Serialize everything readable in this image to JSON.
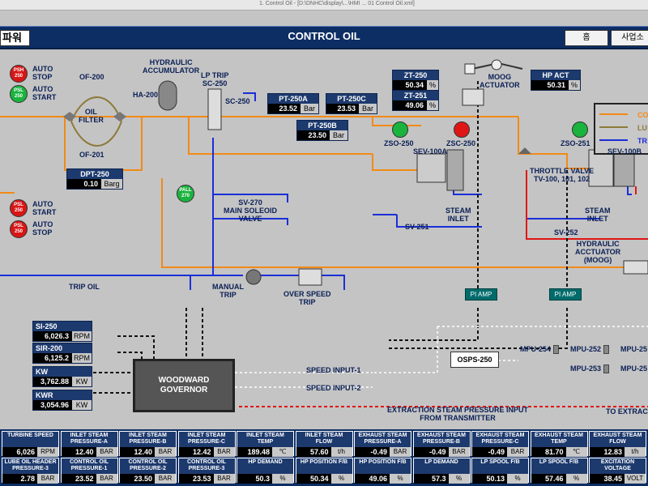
{
  "window_title": "1. Control Oil  -  [D:\\DNHC\\display\\...\\HMI ... 01 Control Oil.xml]",
  "header": {
    "lang_button": "파워",
    "title": "CONTROL OIL",
    "home_button": "홈",
    "site_button": "사업소"
  },
  "legend": {
    "items": [
      "CO",
      "LU",
      "TR"
    ],
    "colors": [
      "#f28a16",
      "#8c7a3a",
      "#1a2ed8"
    ]
  },
  "tags": {
    "auto_stop_top": "AUTO\nSTOP",
    "auto_start_top": "AUTO\nSTART",
    "auto_start_bot": "AUTO\nSTART",
    "auto_stop_bot": "AUTO\nSTOP",
    "of200": "OF-200",
    "oil_filter": "OIL\nFILTER",
    "of201": "OF-201",
    "hyd_acc": "HYDRAULIC\nACCUMULATOR",
    "ha200": "HA-200",
    "lp_trip": "LP TRIP\nSC-250",
    "sc250": "SC-250",
    "sv270": "SV-270\nMAIN SOLEOID\nVALVE",
    "manual_trip": "MANUAL\nTRIP",
    "over_speed": "OVER SPEED\nTRIP",
    "trip_oil": "TRIP OIL",
    "zso250": "ZSO-250",
    "zsc250": "ZSC-250",
    "sev100a": "SEV-100A",
    "steam_inlet_a": "STEAM\nINLET",
    "sv251": "SV-251",
    "moog": "MOOG\nACTUATOR",
    "throttle": "THROTTLE VALVE\nTV-100, 101, 102",
    "zso251": "ZSO-251",
    "sev100b": "SEV-100B",
    "steam_inlet_b": "STEAM\nINLET",
    "sv252": "SV-252",
    "hyd_act": "HYDRAULIC\nACCTUATOR\n(MOOG)",
    "speed1": "SPEED INPUT-1",
    "speed2": "SPEED INPUT-2",
    "extraction": "EXTRACTION STEAM PRESSURE INPUT\nFROM TRANSMITTER",
    "to_extra": "TO EXTRAC"
  },
  "pills": {
    "psh": "PSH\n250",
    "psl": "PSL\n250",
    "pall": "PALL\n270"
  },
  "displays": {
    "dpt250": {
      "label": "DPT-250",
      "value": "0.10",
      "unit": "Barg"
    },
    "zt250": {
      "label": "ZT-250",
      "value": "50.34",
      "unit": "%"
    },
    "zt251": {
      "label": "ZT-251",
      "value": "49.06",
      "unit": "%"
    },
    "pt250a": {
      "label": "PT-250A",
      "value": "23.52",
      "unit": "Bar"
    },
    "pt250c": {
      "label": "PT-250C",
      "value": "23.53",
      "unit": "Bar"
    },
    "pt250b": {
      "label": "PT-250B",
      "value": "23.50",
      "unit": "Bar"
    },
    "hpact": {
      "label": "HP ACT",
      "value": "50.31",
      "unit": "%"
    },
    "si250": {
      "label": "SI-250",
      "value": "6,026.3",
      "unit": "RPM"
    },
    "sir200": {
      "label": "SIR-200",
      "value": "6,125.2",
      "unit": "RPM"
    },
    "kw": {
      "label": "KW",
      "value": "3,762.88",
      "unit": "KW"
    },
    "kwr": {
      "label": "KWR",
      "value": "3,054.96",
      "unit": "KW"
    }
  },
  "pi_amp": "PI AMP",
  "governor": "WOODWARD\nGOVERNOR",
  "osps": "OSPS-250",
  "mpu": [
    "MPU-254",
    "MPU-252",
    "MPU-25",
    "MPU-253",
    "MPU-25"
  ],
  "bottom_row1": [
    {
      "label": "TURBINE SPEED",
      "value": "6,026",
      "unit": "RPM"
    },
    {
      "label": "INLET STEAM\nPRESSURE-A",
      "value": "12.40",
      "unit": "BAR"
    },
    {
      "label": "INLET STEAM\nPRESSURE-B",
      "value": "12.40",
      "unit": "BAR"
    },
    {
      "label": "INLET STEAM\nPRESSURE-C",
      "value": "12.42",
      "unit": "BAR"
    },
    {
      "label": "INLET STEAM\nTEMP",
      "value": "189.48",
      "unit": "℃"
    },
    {
      "label": "INLET STEAM\nFLOW",
      "value": "57.60",
      "unit": "t/h"
    },
    {
      "label": "EXHAUST STEAM\nPRESSURE-A",
      "value": "-0.49",
      "unit": "BAR"
    },
    {
      "label": "EXHAUST STEAM\nPRESSURE-B",
      "value": "-0.49",
      "unit": "BAR"
    },
    {
      "label": "EXHAUST STEAM\nPRESSURE-C",
      "value": "-0.49",
      "unit": "BAR"
    },
    {
      "label": "EXHAUST STEAM\nTEMP",
      "value": "81.70",
      "unit": "℃"
    },
    {
      "label": "EXHAUST STEAM\nFLOW",
      "value": "12.83",
      "unit": "t/h"
    }
  ],
  "bottom_row2": [
    {
      "label": "LUBE OIL HEADER\nPRESSURE-3",
      "value": "2.78",
      "unit": "BAR"
    },
    {
      "label": "CONTROL OIL\nPRESSURE-1",
      "value": "23.52",
      "unit": "BAR"
    },
    {
      "label": "CONTROL OIL\nPRESSURE-2",
      "value": "23.50",
      "unit": "BAR"
    },
    {
      "label": "CONTROL OIL\nPRESSURE-3",
      "value": "23.53",
      "unit": "BAR"
    },
    {
      "label": "HP DEMAND",
      "value": "50.3",
      "unit": "%"
    },
    {
      "label": "HP POSITION F/B",
      "value": "50.34",
      "unit": "%"
    },
    {
      "label": "HP POSITION F/B",
      "value": "49.06",
      "unit": "%"
    },
    {
      "label": "LP DEMAND",
      "value": "57.3",
      "unit": "%"
    },
    {
      "label": "LP SPOOL F/B",
      "value": "50.13",
      "unit": "%"
    },
    {
      "label": "LP SPOOL F/B",
      "value": "57.46",
      "unit": "%"
    },
    {
      "label": "EXCITATION\nVOLTAGE",
      "value": "38.45",
      "unit": "VOLT"
    }
  ]
}
